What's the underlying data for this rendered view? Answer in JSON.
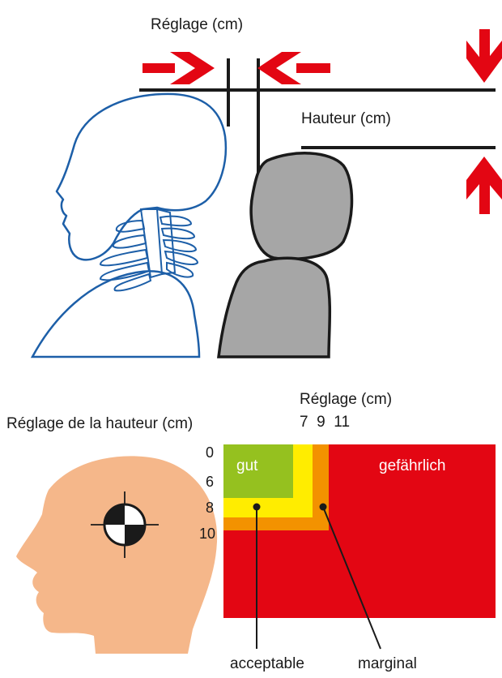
{
  "top": {
    "adjust_label": "Réglage (cm)",
    "height_label": "Hauteur (cm)"
  },
  "bottom": {
    "adjust_label": "Réglage (cm)",
    "adjust_ticks": [
      "7",
      "9",
      "11"
    ],
    "height_label": "Réglage de la hauteur (cm)",
    "height_ticks": [
      "0",
      "6",
      "8",
      "10"
    ],
    "zones": {
      "good": "gut",
      "dangerous": "gefährlich",
      "acceptable": "acceptable",
      "marginal": "marginal"
    }
  },
  "colors": {
    "arrow_red": "#e30613",
    "outline_blue": "#1d5fa8",
    "headrest_gray": "#a6a6a6",
    "head_skin": "#f5b78a",
    "zone_good": "#95c11f",
    "zone_acceptable": "#ffed00",
    "zone_marginal": "#f39200",
    "zone_dangerous": "#e30613"
  }
}
